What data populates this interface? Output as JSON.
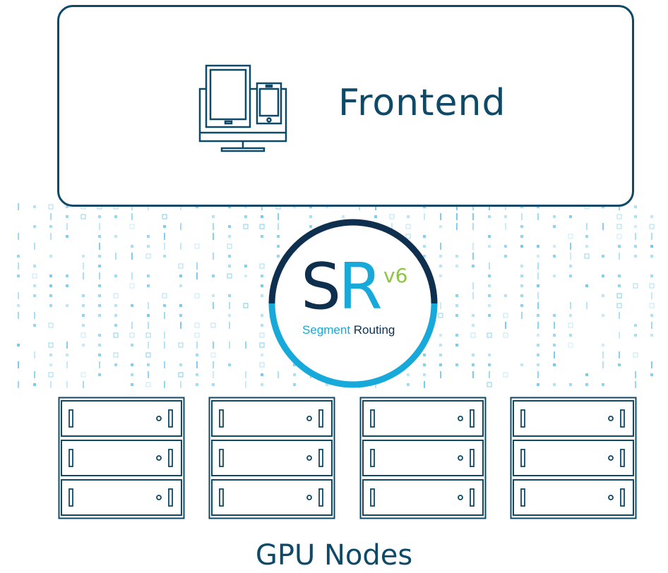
{
  "frontend": {
    "label": "Frontend",
    "icon": "devices-icon"
  },
  "srv6": {
    "letter_s": "S",
    "letter_r": "R",
    "version": "v6",
    "caption_a": "Segment ",
    "caption_b": "Routing",
    "colors": {
      "dark": "#0e2f4d",
      "light": "#17a9d9",
      "accent": "#8cc63f"
    }
  },
  "servers": {
    "count": 4,
    "icon": "server-rack-icon"
  },
  "gpu_nodes": {
    "label": "GPU Nodes"
  },
  "colors": {
    "line": "#0e4a68",
    "data_band": "#6fc8ea"
  }
}
